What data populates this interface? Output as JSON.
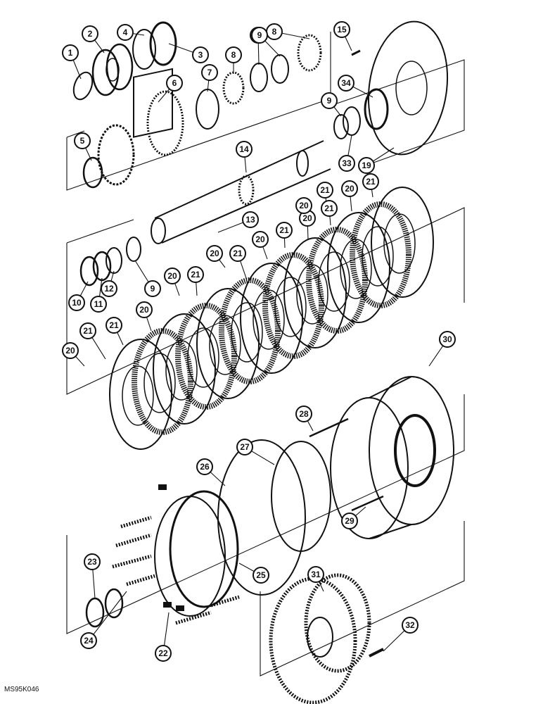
{
  "figure": {
    "reference_code": "MS95K046"
  },
  "callouts": [
    "1",
    "2",
    "3",
    "4",
    "5",
    "6",
    "7",
    "8",
    "8",
    "9",
    "9",
    "15",
    "34",
    "9",
    "33",
    "19",
    "14",
    "13",
    "12",
    "11",
    "10",
    "9",
    "20",
    "21",
    "20",
    "21",
    "20",
    "21",
    "20",
    "21",
    "20",
    "21",
    "20",
    "21",
    "20",
    "21",
    "21",
    "20",
    "30",
    "28",
    "27",
    "26",
    "29",
    "25",
    "23",
    "24",
    "22",
    "31",
    "32"
  ],
  "colors": {
    "ink": "#111111",
    "paper": "#ffffff"
  }
}
